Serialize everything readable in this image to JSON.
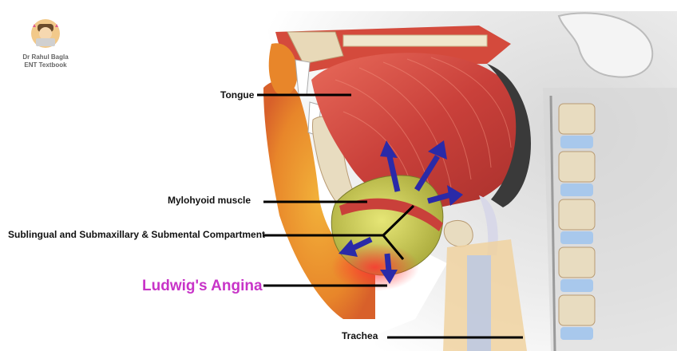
{
  "logo": {
    "author": "Dr Rahul Bagla",
    "subtitle": "ENT Textbook"
  },
  "labels": {
    "tongue": "Tongue",
    "mylohyoid": "Mylohyoid muscle",
    "compartment": "Sublingual and Submaxillary & Submental Compartment",
    "ludwig": "Ludwig's Angina",
    "trachea": "Trachea"
  },
  "colors": {
    "arrow": "#2a2aa8",
    "ludwig_label": "#c834c8",
    "muscle": "#c9403a",
    "infection_space": "#c8c83a"
  }
}
